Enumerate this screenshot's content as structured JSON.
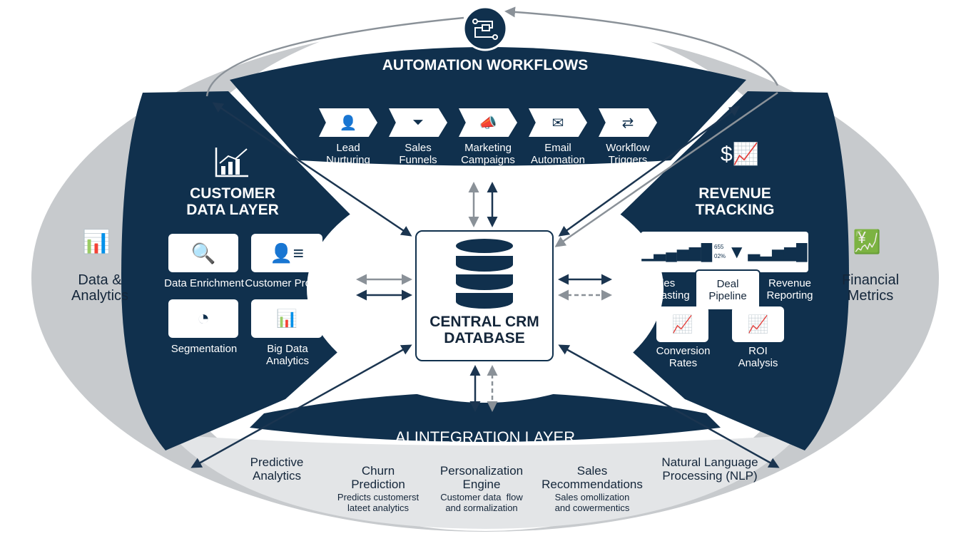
{
  "colors": {
    "navy": "#10304d",
    "gray": "#c7cacd",
    "light": "#e3e5e7",
    "arrow": "#1b3550"
  },
  "automation": {
    "title": "AUTOMATION WORKFLOWS",
    "steps": [
      {
        "label": "Lead\nNurturing",
        "icon": "user-icon"
      },
      {
        "label": "Sales\nFunnels",
        "icon": "funnel-icon"
      },
      {
        "label": "Marketing\nCampaigns",
        "icon": "megaphone-icon"
      },
      {
        "label": "Email\nAutomation",
        "icon": "envelope-icon"
      },
      {
        "label": "Workflow\nTriggers",
        "icon": "flow-icon"
      }
    ]
  },
  "customer": {
    "title": "CUSTOMER\nDATA LAYER",
    "items": [
      "Data Enrichment",
      "Customer Profiles",
      "Segmentation",
      "Big Data\nAnalytics"
    ]
  },
  "revenue": {
    "title": "REVENUE\nTRACKING",
    "items": [
      "Sales\nForecasting",
      "Deal\nPipeline",
      "Revenue\nReporting",
      "Conversion\nRates",
      "ROI\nAnalysis"
    ],
    "mini_values": [
      "655",
      "02%"
    ]
  },
  "center": {
    "title": "CENTRAL CRM\nDATABASE"
  },
  "left_side": {
    "label": "Data &\nAnalytics"
  },
  "right_side": {
    "label": "Financial\nMetrics"
  },
  "ai": {
    "title": "AI INTEGRATION LAYER",
    "items": [
      {
        "title": "Predictive\nAnalytics",
        "desc": ""
      },
      {
        "title": "Churn\nPrediction",
        "desc": "Predicts customerst\nlateet analytics"
      },
      {
        "title": "Personalization\nEngine",
        "desc": "Customer data  flow\nand ɛormalization"
      },
      {
        "title": "Sales\nRecommendations",
        "desc": "Sales omollization\nand cowermentics"
      },
      {
        "title": "Natural Language\nProcessing (NLP)",
        "desc": ""
      }
    ]
  }
}
